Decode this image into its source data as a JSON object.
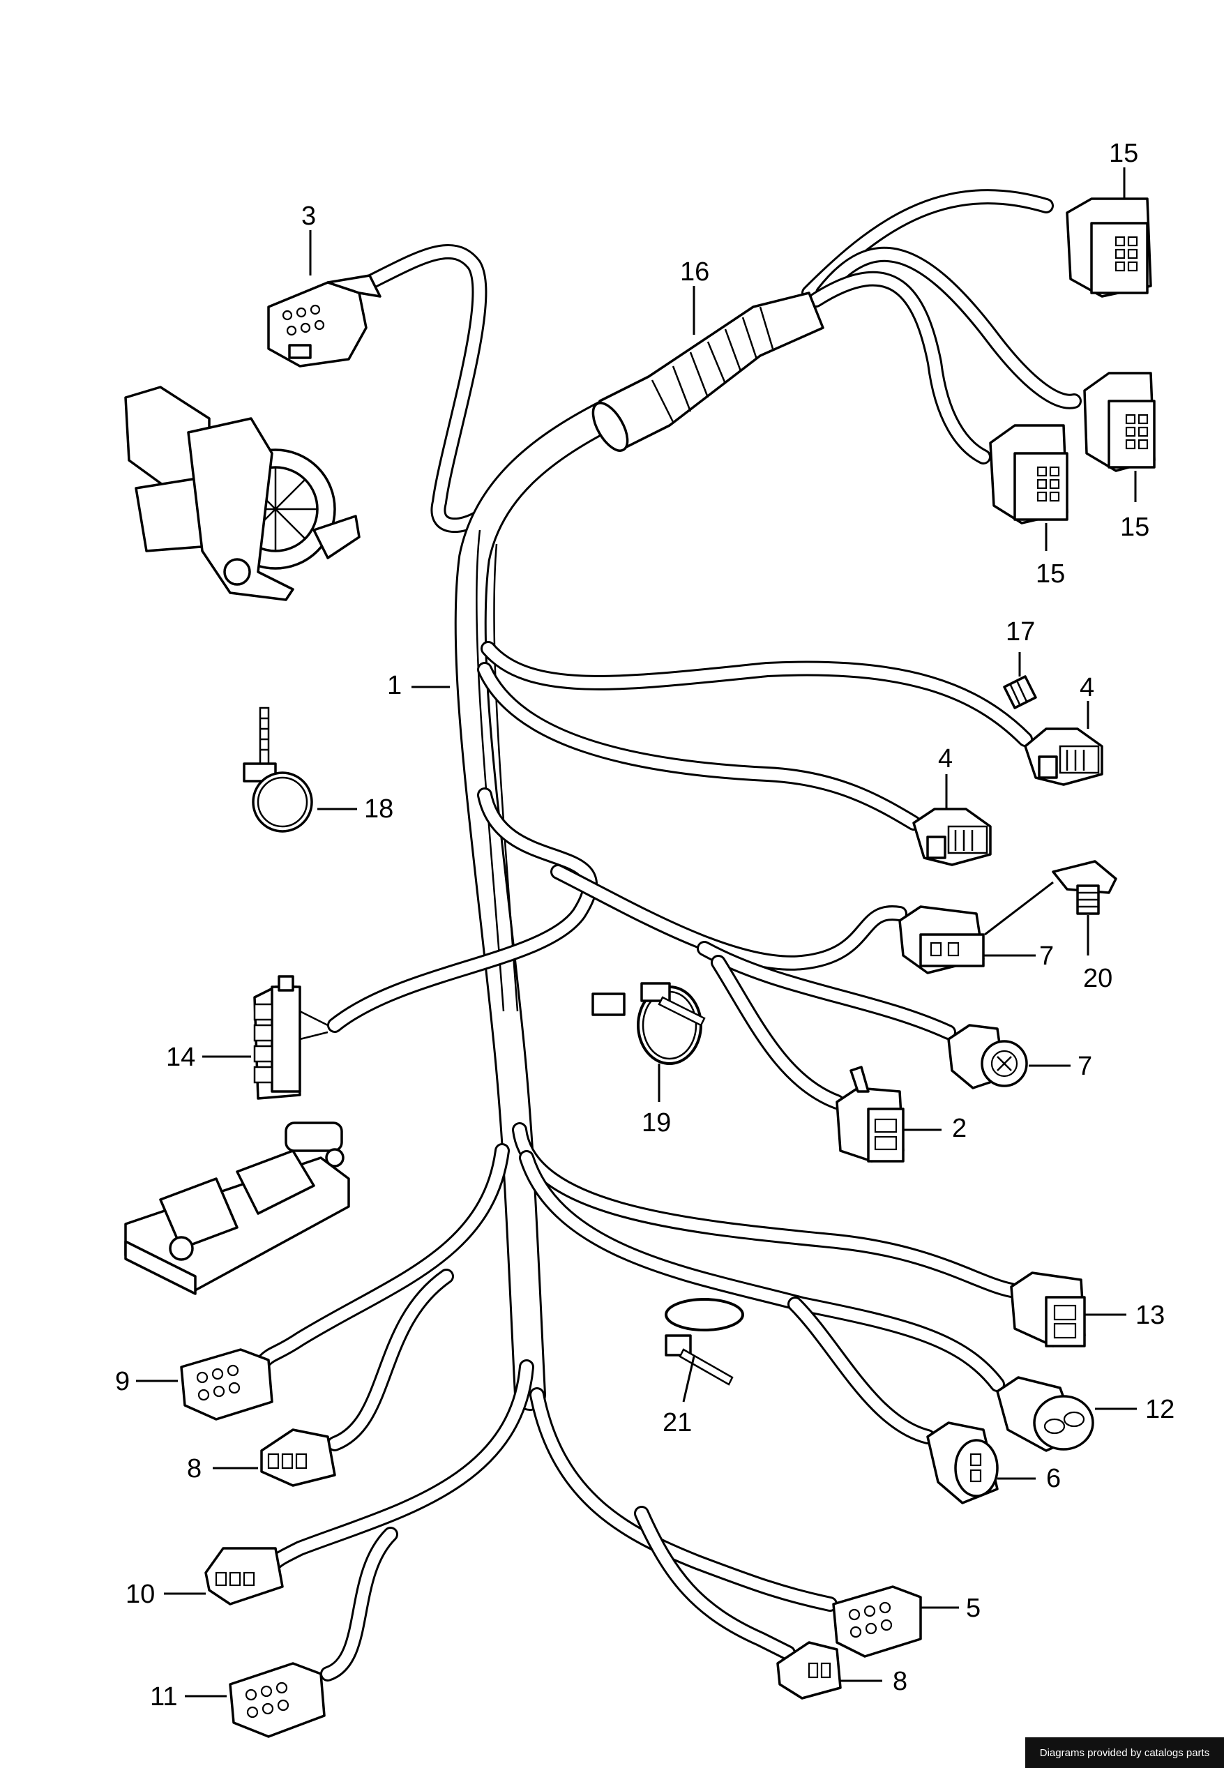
{
  "callouts": {
    "c1": "1",
    "c2": "2",
    "c3": "3",
    "c4a": "4",
    "c4b": "4",
    "c5": "5",
    "c6": "6",
    "c7a": "7",
    "c7b": "7",
    "c8a": "8",
    "c8b": "8",
    "c9": "9",
    "c10": "10",
    "c11": "11",
    "c12": "12",
    "c13": "13",
    "c14": "14",
    "c15a": "15",
    "c15b": "15",
    "c15c": "15",
    "c16": "16",
    "c17": "17",
    "c18": "18",
    "c19": "19",
    "c20": "20",
    "c21": "21"
  },
  "footer": {
    "credit": "Diagrams provided by catalogs parts"
  }
}
